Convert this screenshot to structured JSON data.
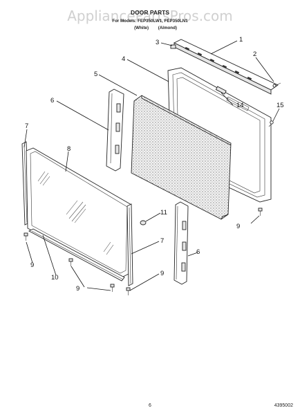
{
  "watermark": "AppliancePartsPros.com",
  "header": {
    "title": "DOOR PARTS",
    "models": "For Models: FEP350LW1, FEP350LN1",
    "colors": "(White)        (Almond)"
  },
  "callouts": [
    "1",
    "2",
    "3",
    "4",
    "5",
    "6",
    "7",
    "8",
    "9",
    "10",
    "11",
    "14",
    "15"
  ],
  "footer": {
    "page": "6",
    "part_number": "4395002"
  }
}
